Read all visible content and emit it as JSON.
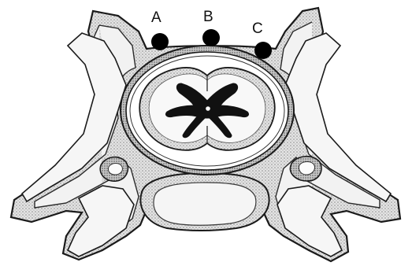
{
  "figure": {
    "labels": [
      {
        "id": "a",
        "text": "A"
      },
      {
        "id": "b",
        "text": "B"
      },
      {
        "id": "c",
        "text": "C"
      }
    ],
    "colors": {
      "background": "#ffffff",
      "outline": "#1a1a1a",
      "bone_fill": "#f4f4f4",
      "stipple": "#8a8a8a",
      "cord_grey_matter": "#111111",
      "marker": "#000000"
    }
  }
}
